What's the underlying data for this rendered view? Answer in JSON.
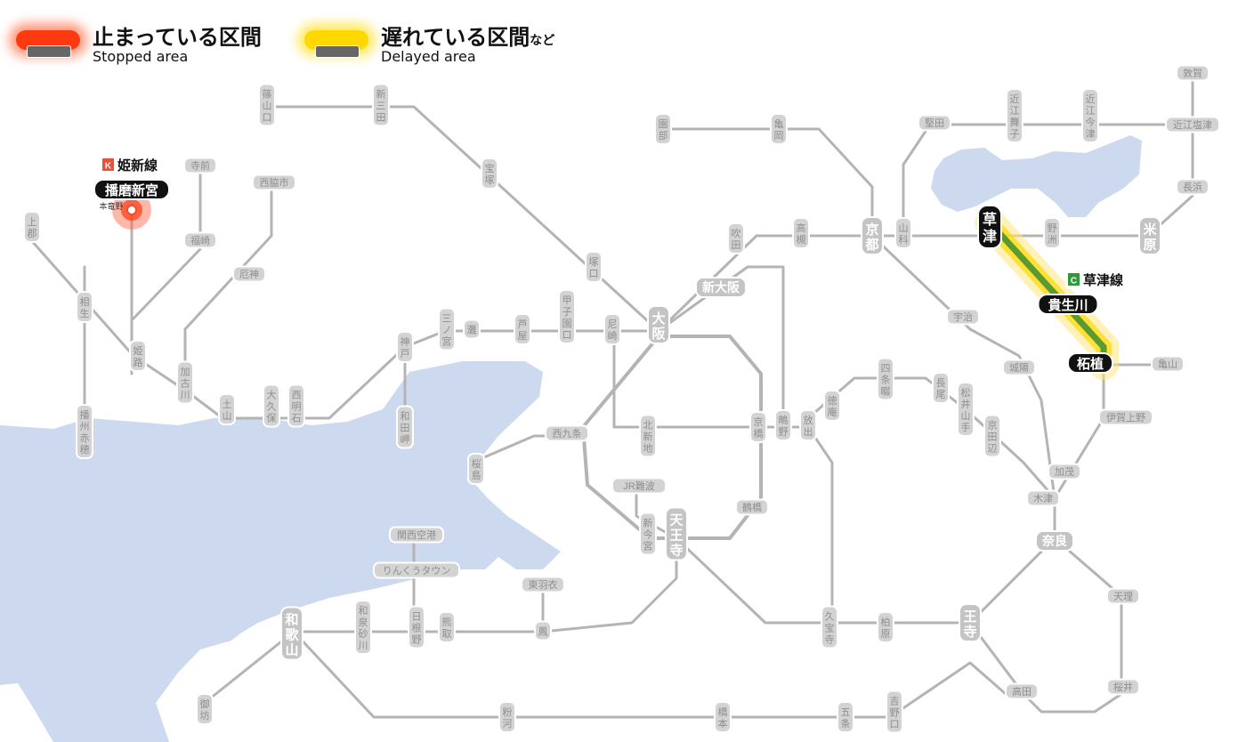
{
  "legend": {
    "stopped_jp": "止まっている区間",
    "stopped_en": "Stopped area",
    "delayed_jp": "遅れている区間",
    "delayed_suffix": "など",
    "delayed_en": "Delayed area"
  },
  "colors": {
    "water": "#ccd9ee",
    "track": "#b4b4b4",
    "station_fill": "#d3d3d3",
    "station_text": "#9a9a9a",
    "stopped_glow": "#ff3a10",
    "delayed_glow": "#ffd800",
    "kusatsu_line": "#5b9a2e",
    "kishin_badge": "#e8503a",
    "kusatsu_badge": "#2e9a3a"
  },
  "line_labels": {
    "kishin": {
      "badge": "K",
      "name": "姫新線"
    },
    "kusatsu": {
      "badge": "C",
      "name": "草津線"
    }
  },
  "stations": {
    "sasayamaguchi": "篠山口",
    "shinsanda": "新三田",
    "takarazuka": "宝塚",
    "sonobe": "園部",
    "kameoka": "亀岡",
    "katata": "堅田",
    "omimaiko": "近江舞子",
    "omiimazu": "近江今津",
    "tsuruga": "敦賀",
    "omishiotsu": "近江塩津",
    "nagahama": "長浜",
    "harimashingu": "播磨新宮",
    "hongatsuno": "本竜野",
    "terasaki": "寺前",
    "nishiwakishi": "西脇市",
    "kamigori": "上郡",
    "fukusaki": "福崎",
    "yakujin": "厄神",
    "aioi": "相生",
    "himeji": "姫路",
    "kakogawa": "加古川",
    "doyama": "土山",
    "okubo": "大久保",
    "nishiakashi": "西明石",
    "banshuako": "播州赤穂",
    "kobe": "神戸",
    "wadamisaki": "和田岬",
    "sannomiya": "三ノ宮",
    "nada": "灘",
    "ashiya": "芦屋",
    "koshienguchi": "甲子園口",
    "amagasaki": "尼崎",
    "osaka": "大阪",
    "tsukaguchi": "塚口",
    "suita": "吹田",
    "takatsuki": "高槻",
    "kyoto": "京都",
    "yamashina": "山科",
    "kusatsu": "草津",
    "yasu": "野洲",
    "maibara": "米原",
    "shinosaka": "新大阪",
    "kibukawa": "貴生川",
    "tsuge": "柘植",
    "kabuto": "亀山",
    "uji": "宇治",
    "joyo": "城陽",
    "igaueno": "伊賀上野",
    "nishikujo": "西九条",
    "kitashinchi": "北新地",
    "kyobashi": "京橋",
    "shijonawate": "四条畷",
    "nagao": "長尾",
    "matsuiyamate": "松井山手",
    "kyotanabe": "京田辺",
    "kamo": "加茂",
    "kizu": "木津",
    "nara": "奈良",
    "tenri": "天理",
    "sakurai": "桜井",
    "sakurajima": "桜島",
    "jrnamba": "JR難波",
    "shinimamiya": "新今宮",
    "tennoji": "天王寺",
    "tsuruhashi": "鶴橋",
    "hanaten": "放出",
    "kamo_tokuan": "徳庵",
    "kuzuha": "四条畷",
    "kansaiairport": "関西空港",
    "rinku": "りんくうタウン",
    "higashihagoromo": "東羽衣",
    "otori": "鳳",
    "wakayama": "和歌山",
    "izumisunagawa": "和泉砂川",
    "hineno": "日根野",
    "kumatori": "熊取",
    "kyuhoji": "久宝寺",
    "kashiwara": "柏原",
    "oji": "王寺",
    "takada": "高田",
    "gobo": "御坊",
    "kokawa": "粉河",
    "hashimoto": "橋本",
    "gojo": "五条",
    "yoshinoguchi": "吉野口",
    "kamimaki": "鴫野"
  }
}
